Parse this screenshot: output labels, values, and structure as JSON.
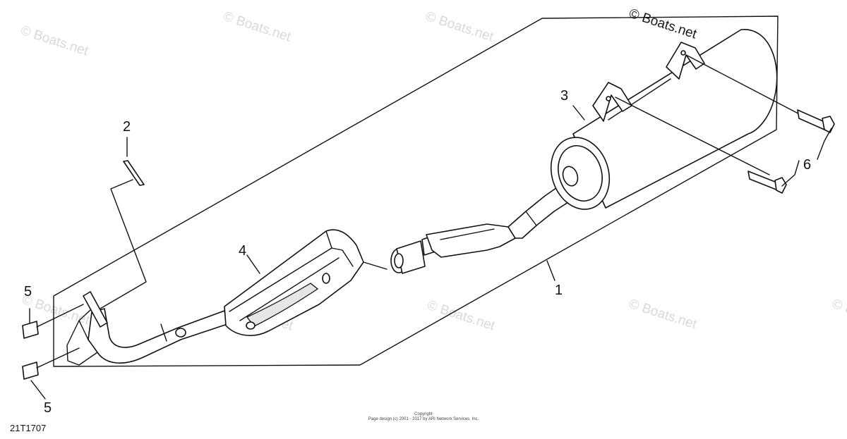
{
  "diagram": {
    "callouts": {
      "c1": "1",
      "c2": "2",
      "c3": "3",
      "c4": "4",
      "c5a": "5",
      "c5b": "5",
      "c6": "6"
    },
    "watermark_text": "© Boats.net",
    "footer": {
      "copyright_title": "Copyright",
      "copyright_line": "Page design (c) 2001 - 2017 by ARI Network Services, Inc.",
      "diagram_code": "21T1707"
    }
  }
}
